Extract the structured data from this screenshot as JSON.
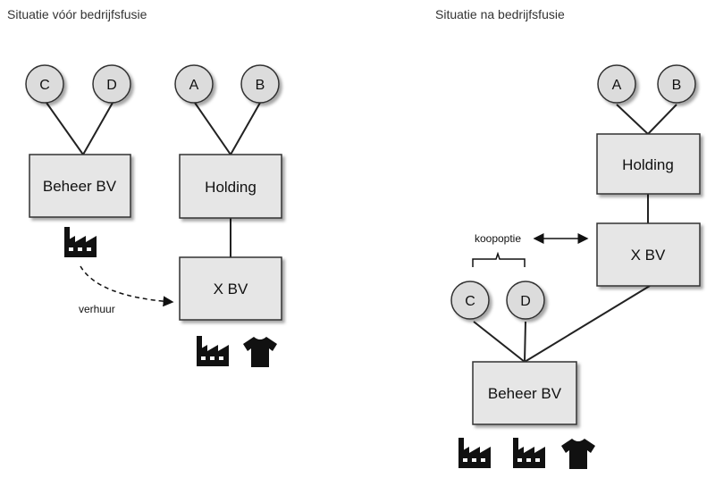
{
  "before": {
    "title": "Situatie vóór bedrijfsfusie",
    "shareholders": [
      "C",
      "D",
      "A",
      "B"
    ],
    "boxes": {
      "beheer": "Beheer BV",
      "holding": "Holding",
      "xbv": "X BV"
    },
    "lease_label": "verhuur",
    "icons": {
      "beheer": [
        "factory-icon"
      ],
      "xbv": [
        "factory-icon",
        "tshirt-icon"
      ]
    }
  },
  "after": {
    "title": "Situatie na bedrijfsfusie",
    "shareholders": [
      "A",
      "B",
      "C",
      "D"
    ],
    "boxes": {
      "holding": "Holding",
      "xbv": "X BV",
      "beheer": "Beheer BV"
    },
    "option_label": "koopoptie",
    "icons": {
      "beheer": [
        "factory-icon",
        "factory-icon",
        "tshirt-icon"
      ]
    }
  },
  "colors": {
    "box_fill": "#e6e6e6",
    "circle_fill": "#dcdcdc",
    "stroke": "#333333",
    "icon": "#111111"
  }
}
